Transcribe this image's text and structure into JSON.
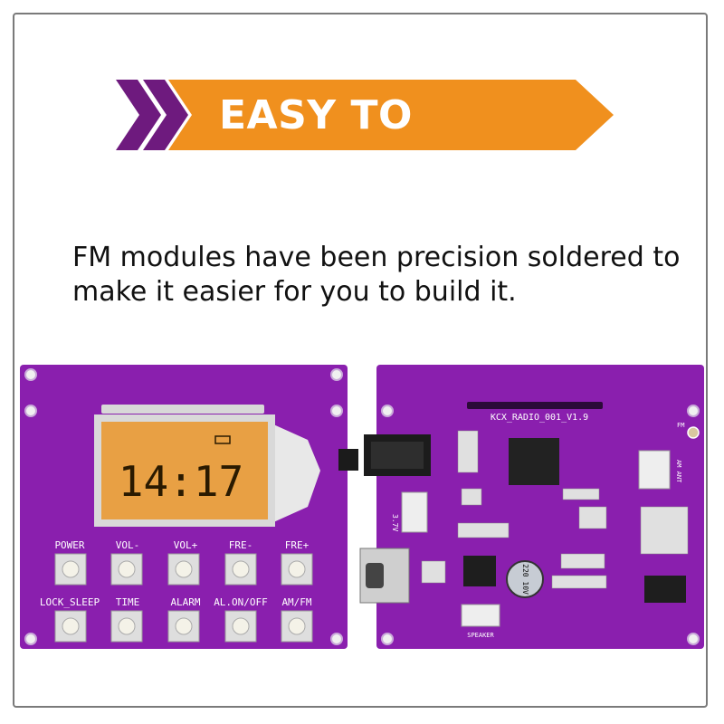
{
  "banner": {
    "title": "EASY TO BUILD",
    "chevron_color": "#6e1a7e",
    "bar_color": "#f0901e"
  },
  "description": {
    "line1": "FM modules have been precision soldered to",
    "line2": "make it easier for you to build it."
  },
  "front_board": {
    "lcd_time": "14:17",
    "row1": [
      "POWER",
      "VOL-",
      "VOL+",
      "FRE-",
      "FRE+"
    ],
    "row2": [
      "LOCK_SLEEP",
      "TIME",
      "ALARM",
      "AL.ON/OFF",
      "AM/FM"
    ]
  },
  "back_board": {
    "version_label": "KCX_RADIO_001_V1.9",
    "battery_label": "3.7V",
    "speaker_label": "SPEAKER",
    "antenna_label": "AM ANT",
    "fm_label": "FM",
    "capacitor_label": "220 10V"
  },
  "colors": {
    "pcb": "#8a1fae",
    "lcd": "#e8a044"
  }
}
